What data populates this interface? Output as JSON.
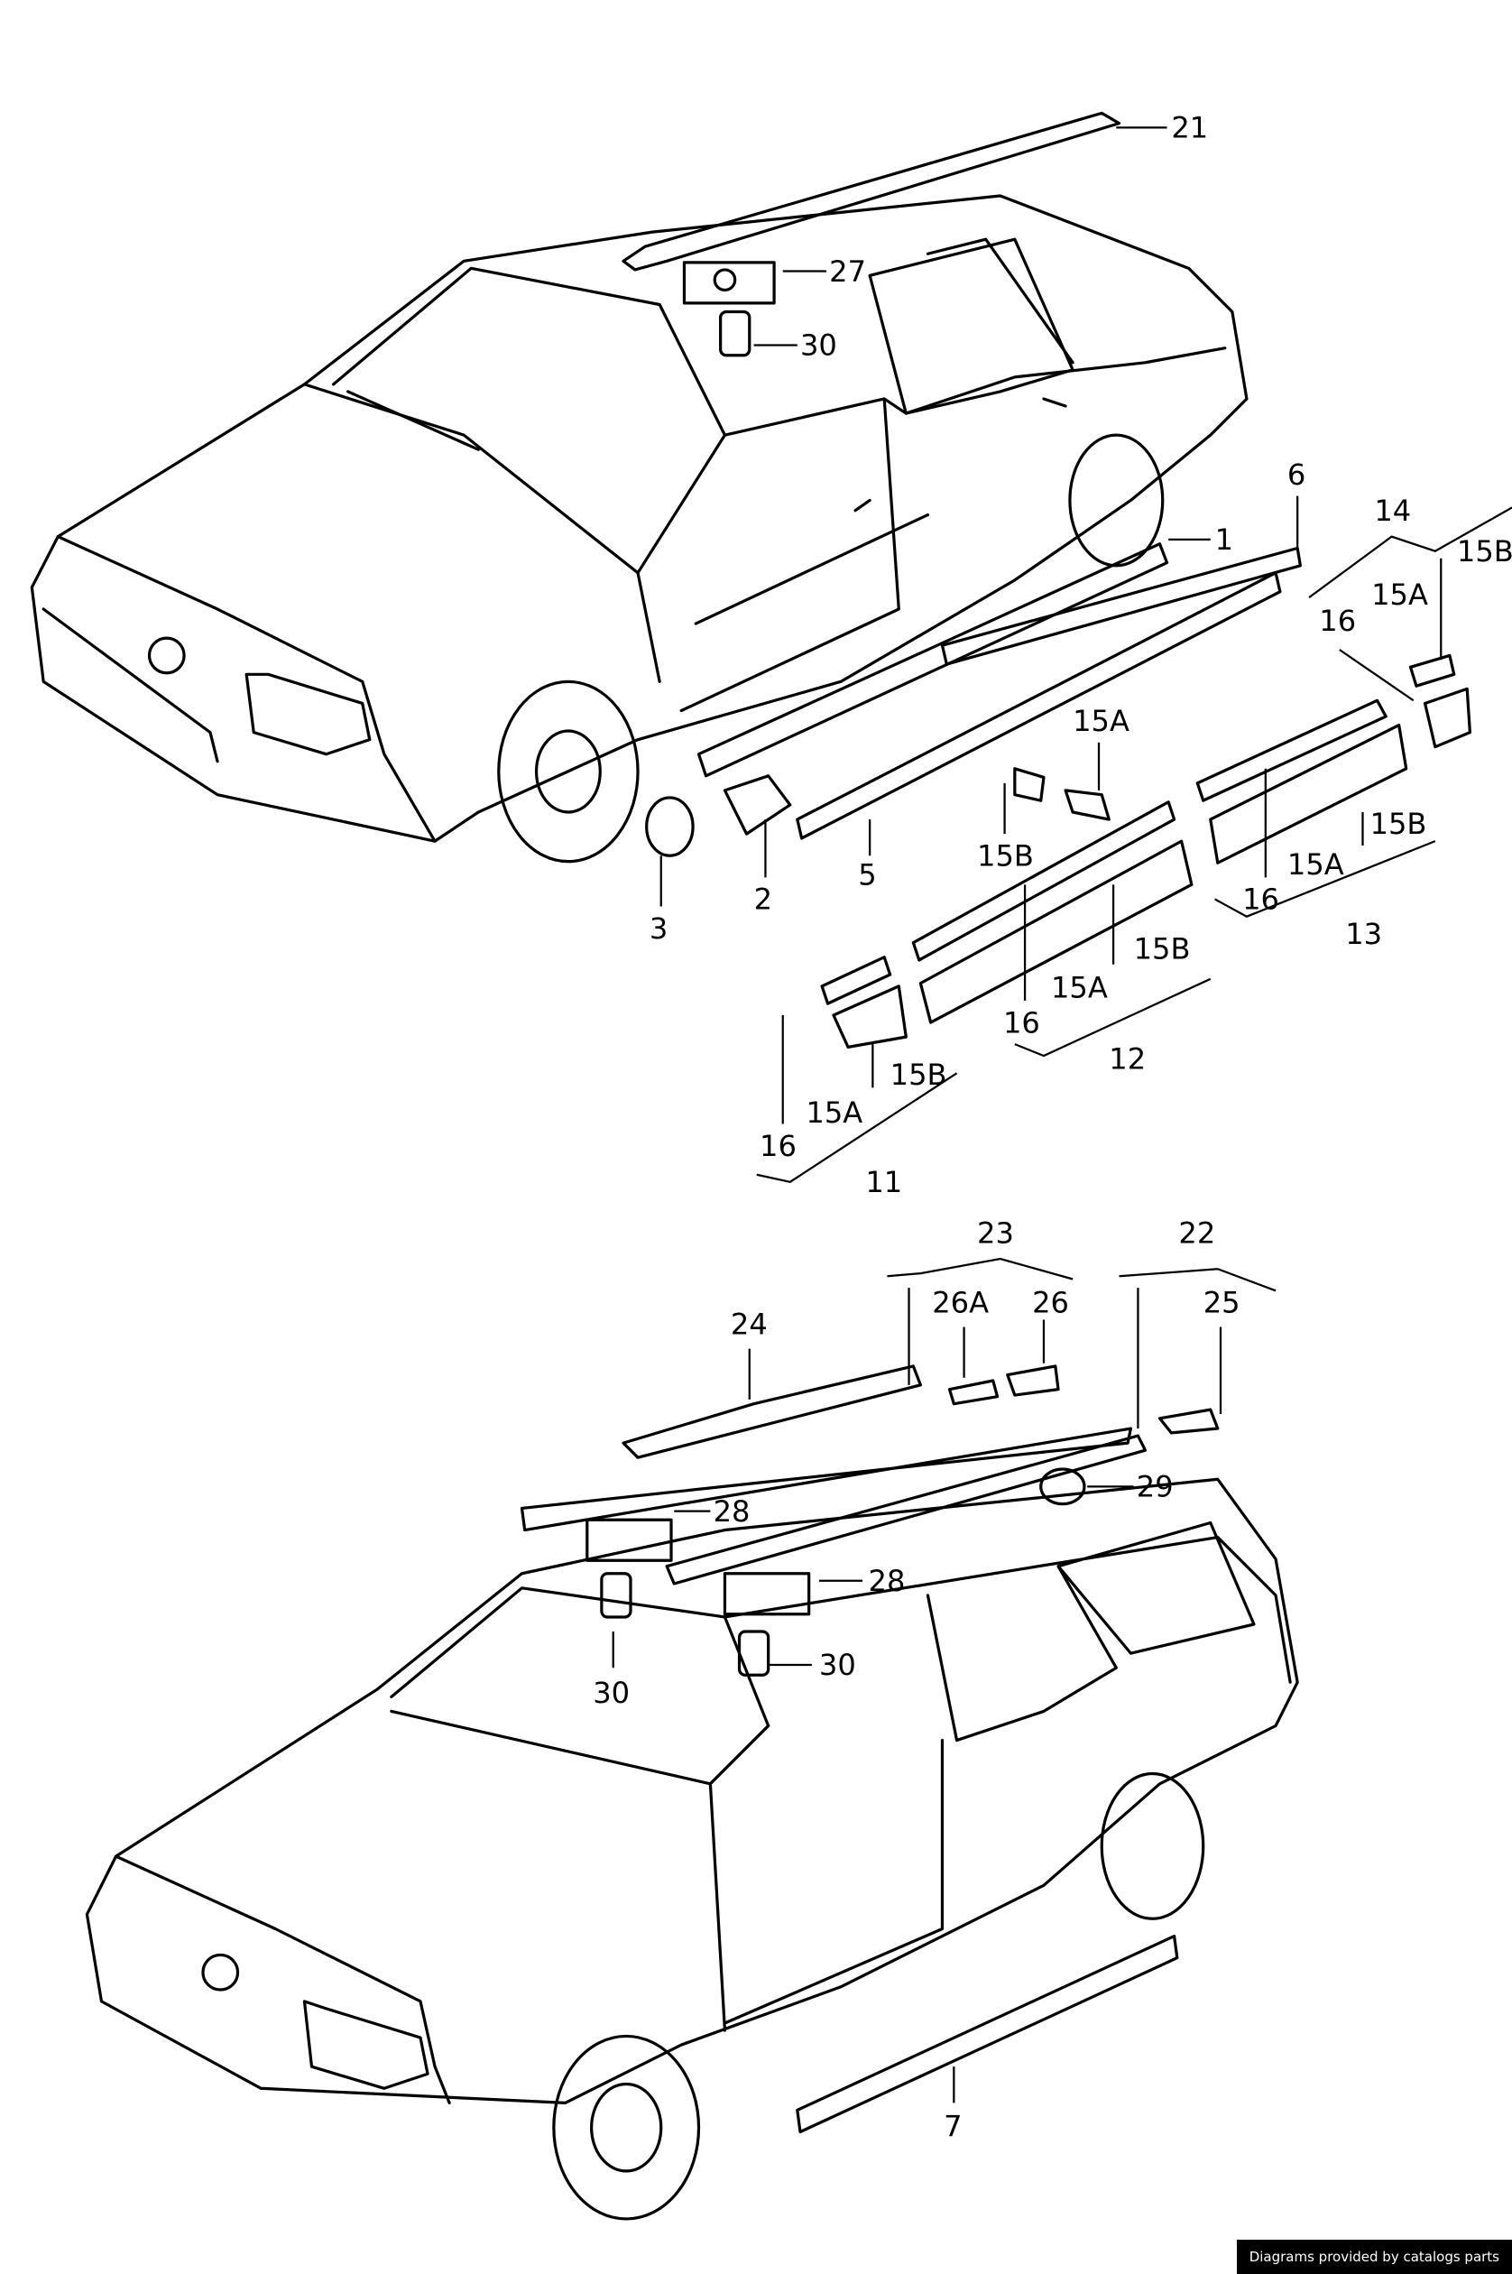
{
  "diagram": {
    "callouts": [
      "21",
      "27",
      "30",
      "6",
      "1",
      "14",
      "15B",
      "15A",
      "16",
      "15A",
      "3",
      "2",
      "5",
      "15B",
      "15B",
      "15A",
      "16",
      "13",
      "15B",
      "15A",
      "16",
      "12",
      "15B",
      "15A",
      "16",
      "11",
      "23",
      "22",
      "26A",
      "26",
      "25",
      "24",
      "29",
      "28",
      "28",
      "30",
      "30",
      "7"
    ],
    "colors": {
      "line": "#000000",
      "background": "#ffffff",
      "footer_bg": "#000000",
      "footer_text": "#ffffff"
    }
  },
  "footer": {
    "text": "Diagrams provided by catalogs parts"
  }
}
